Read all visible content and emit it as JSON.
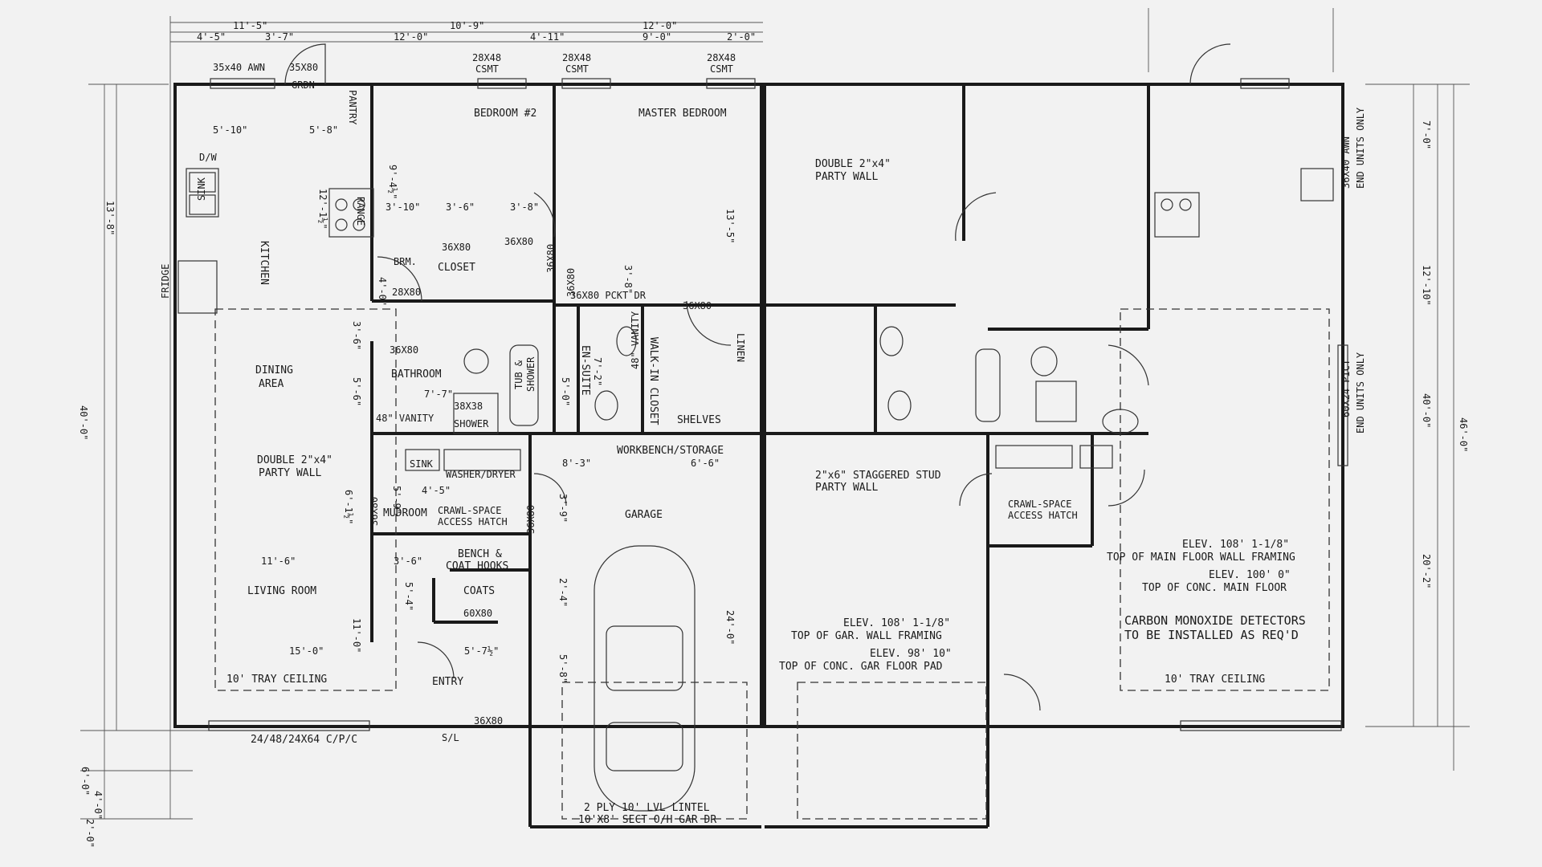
{
  "top_dims": {
    "d1": "11'-5\"",
    "d2": "4'-5\"",
    "d3": "3'-7\"",
    "d4": "10'-9\"",
    "d5": "12'-0\"",
    "d6": "4'-11\"",
    "d7": "12'-0\"",
    "d8": "9'-0\"",
    "d9": "2'-0\""
  },
  "windows_top": {
    "w1": "35x40 AWN",
    "w2": "35X80",
    "w2b": "GRDN",
    "w3": "28X48",
    "w3b": "CSMT",
    "w4": "28X48",
    "w4b": "CSMT",
    "w5": "28X48",
    "w5b": "CSMT"
  },
  "rooms": {
    "bedroom2": "BEDROOM #2",
    "master": "MASTER BEDROOM",
    "kitchen": "KITCHEN",
    "pantry": "PANTRY",
    "dining": "DINING",
    "dining2": "AREA",
    "bathroom": "BATHROOM",
    "living": "LIVING ROOM",
    "garage": "GARAGE",
    "mudroom": "MUDROOM",
    "entry": "ENTRY",
    "ensuite": "EN-SUITE",
    "walkin": "WALK-IN CLOSET",
    "linen": "LINEN",
    "closet": "CLOSET",
    "brm": "BRM.",
    "coats": "COATS",
    "bench": "BENCH &",
    "bench2": "COAT HOOKS",
    "fridge": "FRIDGE",
    "dw": "D/W",
    "sink": "SINK",
    "range": "RANGE",
    "shelves": "SHELVES",
    "tub": "TUB &",
    "tub2": "SHOWER",
    "shower": "SHOWER",
    "vanity": "48\" VANITY",
    "vanity2": "48\" VANITY",
    "laundry_sink": "SINK",
    "washer": "WASHER/DRYER",
    "workbench": "WORKBENCH/STORAGE",
    "crawl": "CRAWL-SPACE",
    "crawl2": "ACCESS HATCH",
    "crawl_r": "CRAWL-SPACE",
    "crawl_r2": "ACCESS HATCH",
    "tray_left": "10' TRAY CEILING",
    "tray_right": "10' TRAY CEILING"
  },
  "doors": {
    "d36x80_a": "36X80",
    "d36x80_b": "36X80",
    "d36x80_c": "36X80",
    "d36x80_d": "36X80",
    "d36x80_e": "36X80",
    "d36x80_f": "36X80",
    "d36x80_g": "36X80",
    "d36x80_h": "36X80",
    "d36x80_i": "36X80",
    "d28x80": "28X80",
    "d60x80": "60X80",
    "pocket": "36X80 PCKT DR",
    "sl": "S/L",
    "shower_size": "38X38"
  },
  "interior_dims": {
    "k1": "5'-10\"",
    "k2": "5'-8\"",
    "k3": "9'-4½\"",
    "k4": "12'-1½\"",
    "b1": "3'-10\"",
    "b2": "3'-6\"",
    "b3": "3'-8\"",
    "b4": "4'-0\"",
    "m1": "13'-5\"",
    "m2": "3'-8\"",
    "m3": "3'-6\"",
    "m4": "5'-6\"",
    "m5": "7'-7\"",
    "es1": "5'-0\"",
    "es2": "7'-2\"",
    "g1": "8'-3\"",
    "g2": "6'-6\"",
    "e1": "6'-1½\"",
    "e2": "5'-9\"",
    "e3": "4'-5\"",
    "e4": "3'-6\"",
    "e5": "11'-6\"",
    "e6": "5'-4\"",
    "e7": "11'-0\"",
    "e8": "15'-0\"",
    "e9": "5'-7½\"",
    "g3": "24'-0\"",
    "g4": "2'-4\"",
    "g5": "5'-8\"",
    "g6": "3'-9\""
  },
  "left_dims": {
    "l1": "13'-8\"",
    "l2": "40'-0\"",
    "l3": "6'-0\"",
    "l4": "4'-0\"",
    "l5": "2'-0\""
  },
  "right_dims": {
    "r1": "7'-0\"",
    "r2": "12'-10\"",
    "r3": "40'-0\"",
    "r4": "46'-0\"",
    "r5": "20'-2\""
  },
  "annotations": {
    "party_left_1": "DOUBLE 2\"x4\"",
    "party_left_2": "PARTY WALL",
    "party_top_1": "DOUBLE 2\"x4\"",
    "party_top_2": "PARTY WALL",
    "stagger_1": "2\"x6\" STAGGERED STUD",
    "stagger_2": "PARTY WALL",
    "elev_main_1": "ELEV. 108' 1-1/8\"",
    "elev_main_2": "TOP OF MAIN FLOOR WALL FRAMING",
    "elev_conc_1": "ELEV. 100' 0\"",
    "elev_conc_2": "TOP OF CONC. MAIN FLOOR",
    "elev_gar_1": "ELEV. 108' 1-1/8\"",
    "elev_gar_2": "TOP OF GAR. WALL FRAMING",
    "elev_pad_1": "ELEV. 98' 10\"",
    "elev_pad_2": "TOP OF CONC. GAR FLOOR PAD",
    "co_1": "CARBON MONOXIDE DETECTORS",
    "co_2": "TO BE INSTALLED AS REQ'D",
    "awn_right_1": "36X40 AWN",
    "awn_right_2": "END UNITS ONLY",
    "pict_1": "60X24 PICT",
    "pict_2": "END UNITS ONLY",
    "front_window": "24/48/24X64 C/P/C",
    "lintel_1": "2 PLY 10' LVL LINTEL",
    "lintel_2": "10'X8' SECT O/H GAR DR"
  }
}
